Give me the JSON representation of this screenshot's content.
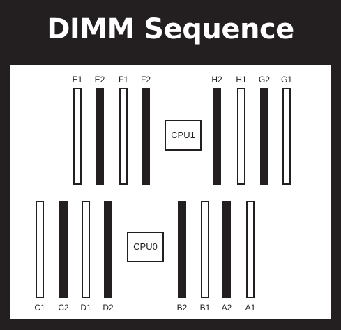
{
  "title": "DIMM Sequence",
  "colors": {
    "frame": "#231f20",
    "panel": "#ffffff",
    "slot_filled": "#231f20",
    "slot_empty": "#ffffff"
  },
  "cpus": [
    {
      "name": "cpu1",
      "label": "CPU1"
    },
    {
      "name": "cpu0",
      "label": "CPU0"
    }
  ],
  "top_row": [
    {
      "label": "E1",
      "filled": false
    },
    {
      "label": "E2",
      "filled": true
    },
    {
      "label": "F1",
      "filled": false
    },
    {
      "label": "F2",
      "filled": true
    },
    {
      "label": "H2",
      "filled": true
    },
    {
      "label": "H1",
      "filled": false
    },
    {
      "label": "G2",
      "filled": true
    },
    {
      "label": "G1",
      "filled": false
    }
  ],
  "bottom_row": [
    {
      "label": "C1",
      "filled": false
    },
    {
      "label": "C2",
      "filled": true
    },
    {
      "label": "D1",
      "filled": false
    },
    {
      "label": "D2",
      "filled": true
    },
    {
      "label": "B2",
      "filled": true
    },
    {
      "label": "B1",
      "filled": false
    },
    {
      "label": "A2",
      "filled": true
    },
    {
      "label": "A1",
      "filled": false
    }
  ]
}
